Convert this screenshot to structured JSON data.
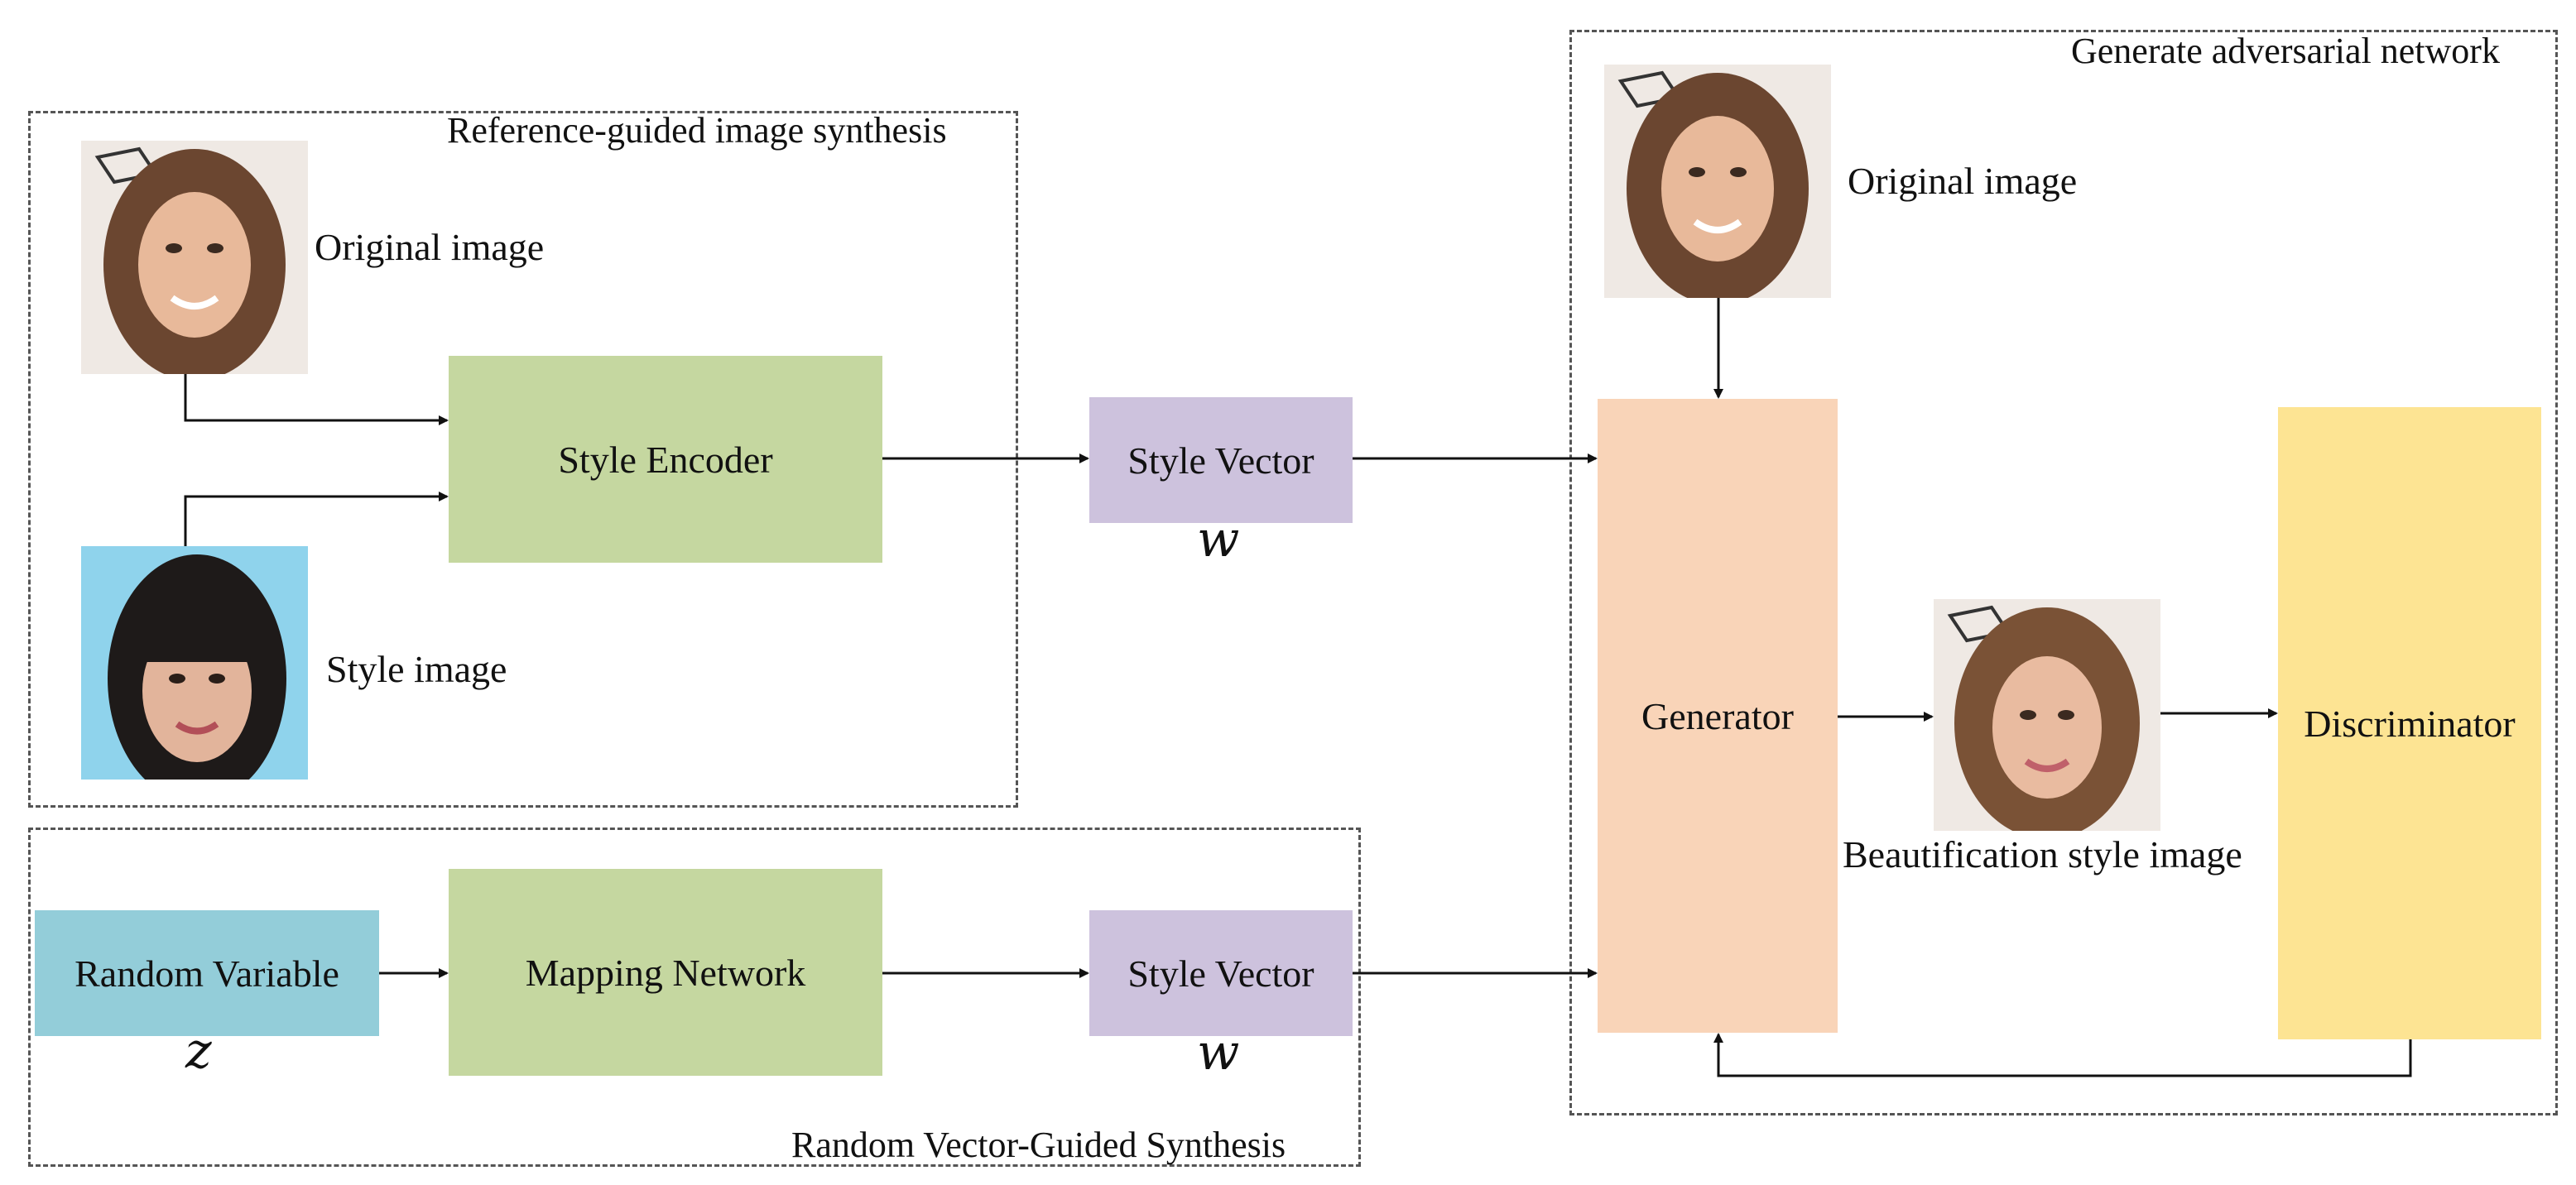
{
  "groups": {
    "reference": "Reference-guided image synthesis",
    "random": "Random Vector-Guided Synthesis",
    "gan": "Generate adversarial network"
  },
  "blocks": {
    "style_encoder": "Style Encoder",
    "style_vector_top": "Style Vector",
    "random_variable": "Random Variable",
    "mapping_network": "Mapping Network",
    "style_vector_bottom": "Style Vector",
    "generator": "Generator",
    "discriminator": "Discriminator"
  },
  "labels": {
    "original_image_left": "Original image",
    "style_image": "Style image",
    "original_image_right": "Original image",
    "beautification": "Beautification style image"
  },
  "vars": {
    "w_top": "w",
    "z": "z",
    "w_bottom": "w"
  },
  "colors": {
    "encoder_green": "#c5d7a0",
    "vector_purple": "#cdc2dd",
    "random_blue": "#93cdd9",
    "generator_peach": "#f9d4b8",
    "discriminator_yellow": "#fde493"
  }
}
